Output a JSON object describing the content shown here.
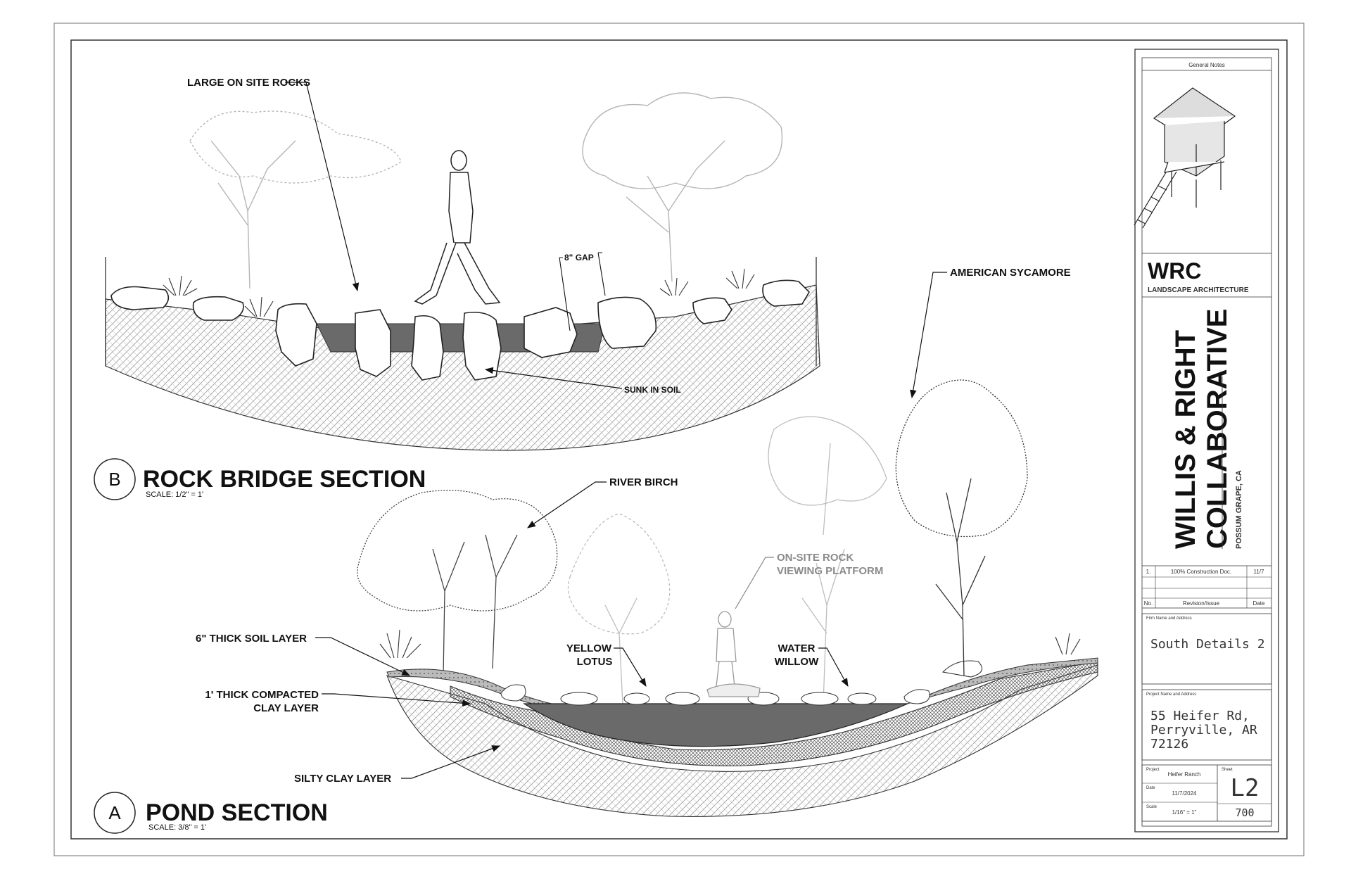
{
  "drawing": {
    "rock_bridge": {
      "callouts": {
        "large_rocks": "LARGE ON SITE ROCKS",
        "gap": "8\" GAP",
        "sunk": "SUNK IN SOIL"
      },
      "bubble": "B",
      "title": "ROCK BRIDGE SECTION",
      "scale": "SCALE: 1/2\" = 1'"
    },
    "pond": {
      "callouts": {
        "sycamore": "AMERICAN SYCAMORE",
        "river_birch": "RIVER BIRCH",
        "platform_l1": "ON-SITE ROCK",
        "platform_l2": "VIEWING PLATFORM",
        "soil_layer": "6\" THICK SOIL LAYER",
        "clay_l1": "1' THICK COMPACTED",
        "clay_l2": "CLAY LAYER",
        "silty": "SILTY CLAY LAYER",
        "lotus_l1": "YELLOW",
        "lotus_l2": "LOTUS",
        "willow_l1": "WATER",
        "willow_l2": "WILLOW"
      },
      "bubble": "A",
      "title": "POND SECTION",
      "scale": "SCALE: 3/8\" = 1'"
    }
  },
  "title_block": {
    "general_notes": "General Notes",
    "logo": "WRC",
    "logo_sub": "LANDSCAPE ARCHITECTURE",
    "firm_line1": "WILLIS & RIGHT",
    "firm_line2": "COLLABORATIVE",
    "firm_location": "POSSUM GRAPE, CA",
    "revision": {
      "number": "1.",
      "description": "100% Construction Doc.",
      "date": "11/7",
      "header_no": "No.",
      "header_desc": "Revision/Issue",
      "header_date": "Date"
    },
    "firm_name_label": "Firm Name and Address",
    "sheet_title": "South Details 2",
    "project_label": "Project Name and Address",
    "address_l1": "55 Heifer Rd,",
    "address_l2": "Perryville, AR",
    "address_l3": "72126",
    "project_key": "Project",
    "project_value": "Heifer Ranch",
    "date_key": "Date",
    "date_value": "11/7/2024",
    "scale_key": "Scale",
    "scale_value": "1/16\" = 1\"",
    "sheet_key": "Sheet",
    "sheet_number": "L2",
    "sheet_sub": "700"
  }
}
